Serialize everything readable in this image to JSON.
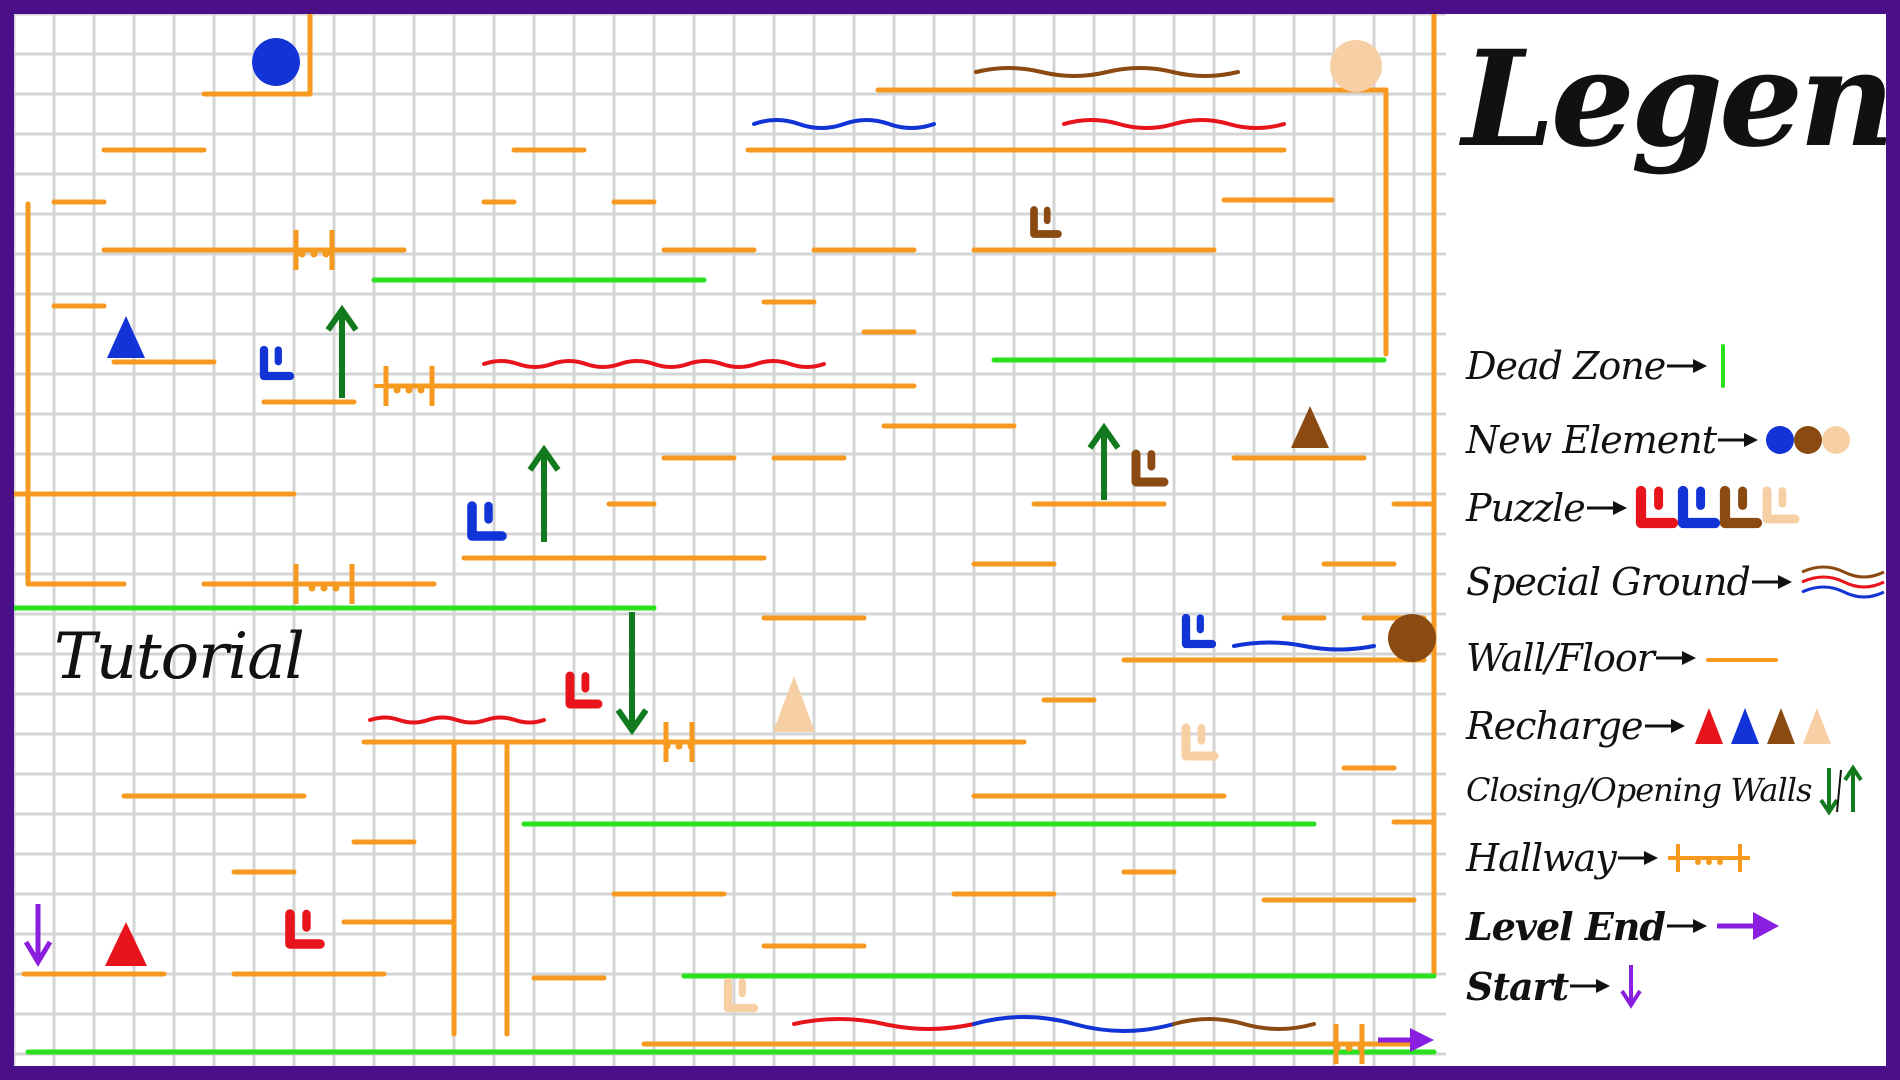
{
  "colors": {
    "frame": "#4b0f8a",
    "floor": "#f59a1f",
    "dead_zone": "#2be01f",
    "blue": "#1233d6",
    "red": "#e8141c",
    "brown": "#8a4a12",
    "peach": "#f7cfa5",
    "green_arrow": "#127a1e",
    "level_end": "#8a1fe0",
    "grid": "#d4d4d4"
  },
  "map": {
    "tutorial_label": "Tutorial"
  },
  "legend": {
    "title": "Legend",
    "items": [
      {
        "label": "Dead Zone",
        "symbol": "dead-zone-icon"
      },
      {
        "label": "New Element",
        "symbol": "new-element-icon"
      },
      {
        "label": "Puzzle",
        "symbol": "puzzle-icon"
      },
      {
        "label": "Special Ground",
        "symbol": "special-ground-icon"
      },
      {
        "label": "Wall/Floor",
        "symbol": "wall-floor-icon"
      },
      {
        "label": "Recharge",
        "symbol": "recharge-icon"
      },
      {
        "label": "Closing/Opening Walls",
        "symbol": "closing-opening-walls-icon"
      },
      {
        "label": "Hallway",
        "symbol": "hallway-icon"
      },
      {
        "label": "Level End",
        "symbol": "level-end-icon"
      },
      {
        "label": "Start",
        "symbol": "start-icon"
      }
    ]
  }
}
